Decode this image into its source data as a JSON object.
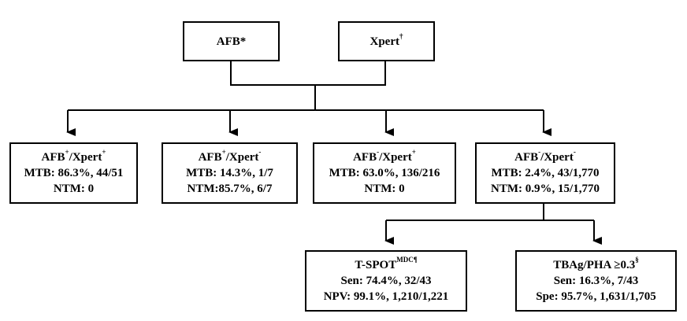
{
  "top": {
    "afb": {
      "label": "AFB",
      "sup": "*"
    },
    "xpert": {
      "label": "Xpert",
      "sup": "†"
    }
  },
  "groups": [
    {
      "title_a": "AFB",
      "sup_a": "+",
      "title_b": "/Xpert",
      "sup_b": "+",
      "line1": "MTB: 86.3%, 44/51",
      "line2": "NTM: 0"
    },
    {
      "title_a": "AFB",
      "sup_a": "+",
      "title_b": "/Xpert",
      "sup_b": "-",
      "line1": "MTB: 14.3%, 1/7",
      "line2": "NTM:85.7%, 6/7"
    },
    {
      "title_a": "AFB",
      "sup_a": "-",
      "title_b": "/Xpert",
      "sup_b": "+",
      "line1": "MTB: 63.0%, 136/216",
      "line2": "NTM: 0"
    },
    {
      "title_a": "AFB",
      "sup_a": "-",
      "title_b": "/Xpert",
      "sup_b": "-",
      "line1": "MTB: 2.4%, 43/1,770",
      "line2": "NTM: 0.9%, 15/1,770"
    }
  ],
  "tests": [
    {
      "title": "T-SPOT",
      "sup": "MDC¶",
      "line1": "Sen: 74.4%, 32/43",
      "line2": "NPV: 99.1%, 1,210/1,221"
    },
    {
      "title": "TBAg/PHA ≥0.3",
      "sup": "§",
      "line1": "Sen: 16.3%, 7/43",
      "line2": "Spe: 95.7%, 1,631/1,705"
    }
  ]
}
